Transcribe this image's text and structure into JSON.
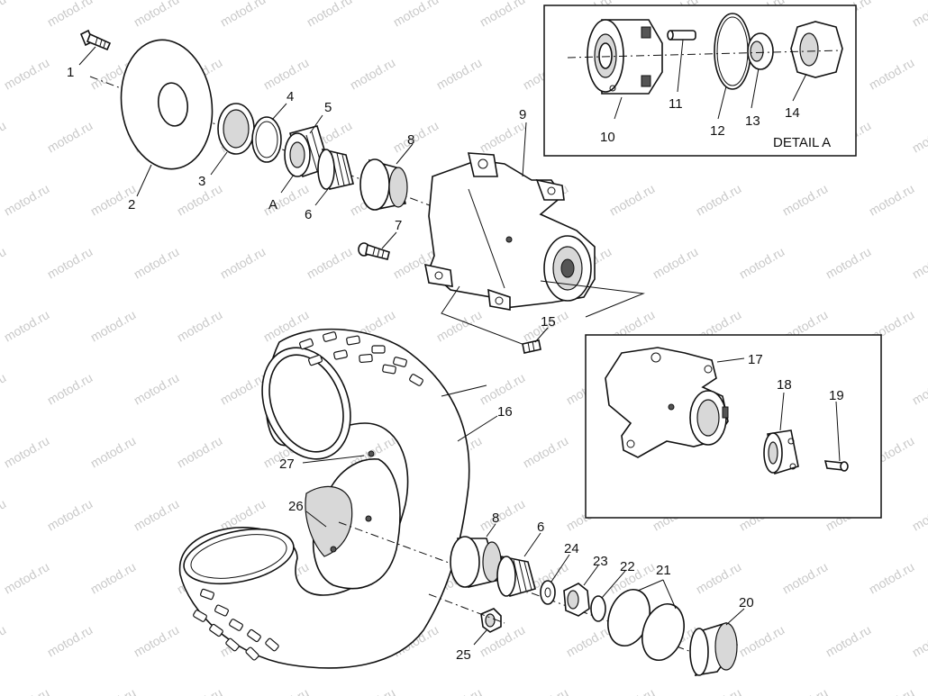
{
  "watermark": "motod.ru",
  "detail_a": {
    "title": "DETAIL A"
  },
  "labels": {
    "p1": "1",
    "p2": "2",
    "p3": "3",
    "p4": "4",
    "p5": "5",
    "pA": "A",
    "p6": "6",
    "p7": "7",
    "p8": "8",
    "p9": "9",
    "p10": "10",
    "p11": "11",
    "p12": "12",
    "p13": "13",
    "p14": "14",
    "p15": "15",
    "p16": "16",
    "p17": "17",
    "p18": "18",
    "p19": "19",
    "p20": "20",
    "p21": "21",
    "p22": "22",
    "p23": "23",
    "p24": "24",
    "p25": "25",
    "p26": "26",
    "p27": "27",
    "p6b": "6",
    "p8b": "8"
  }
}
